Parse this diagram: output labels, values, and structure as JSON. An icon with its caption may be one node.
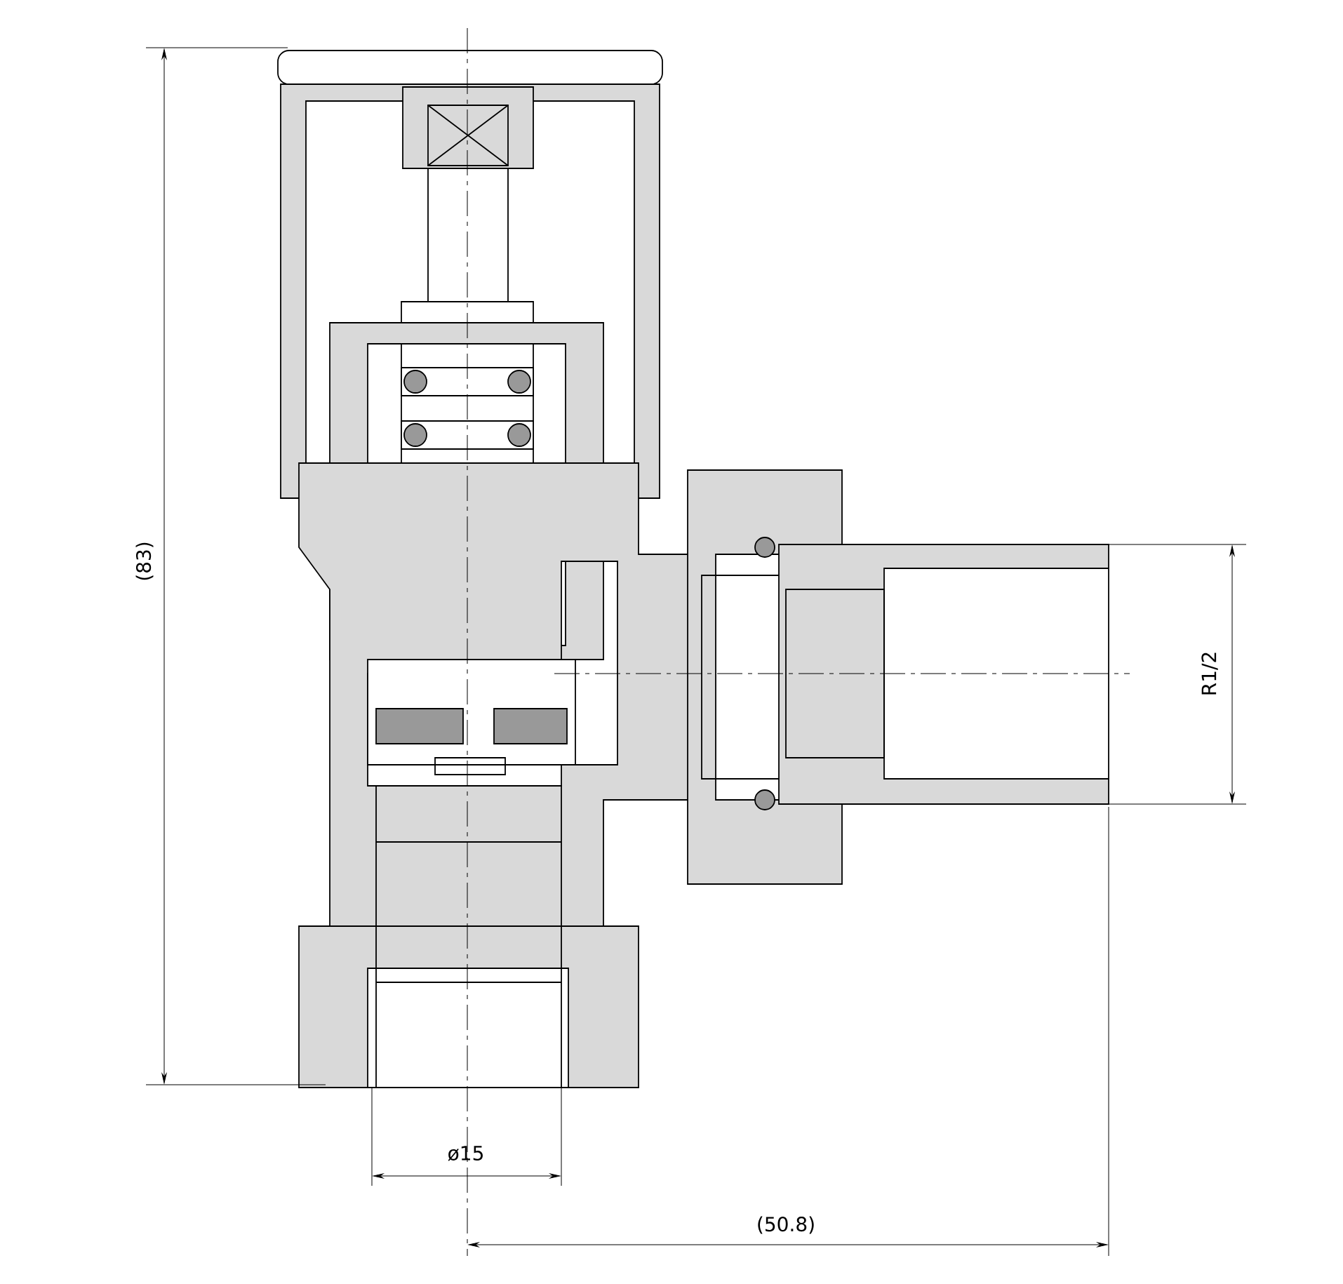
{
  "diagram": {
    "labels": [
      "(83)",
      "R1/2",
      "ø15",
      "(50.8)"
    ]
  }
}
